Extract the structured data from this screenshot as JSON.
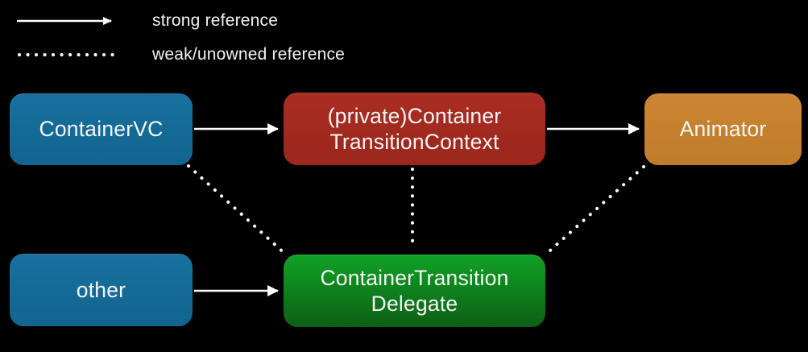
{
  "canvas": {
    "background_color": "#000000",
    "line_color": "#ffffff",
    "text_color": "#f2f2f2"
  },
  "legend": {
    "items": [
      {
        "label": "strong reference",
        "line_style": "solid-arrow"
      },
      {
        "label": "weak/unowned reference",
        "line_style": "dotted"
      }
    ]
  },
  "nodes": [
    {
      "id": "container-vc",
      "label": "ContainerVC",
      "color": "#14699a"
    },
    {
      "id": "private-container-transition-context",
      "label": "(private)Container TransitionContext",
      "color": "#a32a20"
    },
    {
      "id": "animator",
      "label": "Animator",
      "color": "#c5812e"
    },
    {
      "id": "other",
      "label": "other",
      "color": "#14699a"
    },
    {
      "id": "container-transition-delegate",
      "label": "ContainerTransition Delegate",
      "color": "#0f9a22"
    }
  ],
  "edges": [
    {
      "from": "ContainerVC",
      "to": "(private)ContainerTransitionContext",
      "type": "strong"
    },
    {
      "from": "(private)ContainerTransitionContext",
      "to": "Animator",
      "type": "strong"
    },
    {
      "from": "other",
      "to": "ContainerTransitionDelegate",
      "type": "strong"
    },
    {
      "from": "ContainerVC",
      "to": "ContainerTransitionDelegate",
      "type": "weak/unowned"
    },
    {
      "from": "(private)ContainerTransitionContext",
      "to": "ContainerTransitionDelegate",
      "type": "weak/unowned"
    },
    {
      "from": "Animator",
      "to": "ContainerTransitionDelegate",
      "type": "weak/unowned"
    }
  ]
}
